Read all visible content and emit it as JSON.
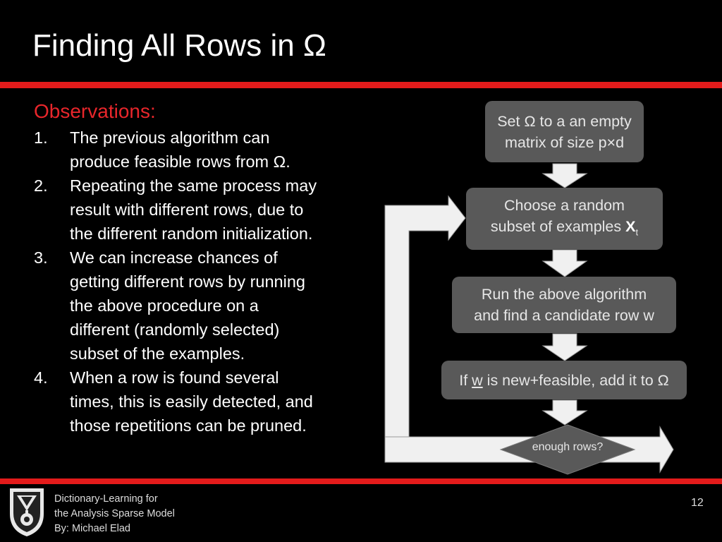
{
  "slide": {
    "title": "Finding All Rows in Ω",
    "observations_heading": "Observations:",
    "observations": [
      {
        "num": "1.",
        "lines": [
          "The previous algorithm can",
          "produce feasible rows from Ω."
        ]
      },
      {
        "num": "2.",
        "lines": [
          "Repeating the same process may",
          "result with different rows, due to",
          "the different random initialization."
        ]
      },
      {
        "num": "3.",
        "lines": [
          "We can increase chances of",
          "getting different rows by running",
          "the above procedure on a",
          "different (randomly selected)",
          "subset of the examples."
        ]
      },
      {
        "num": "4.",
        "lines": [
          "When a row is found several",
          "times, this is easily detected, and",
          "those repetitions can be pruned."
        ]
      }
    ]
  },
  "flowchart": {
    "step1_line1": "Set Ω to a an empty",
    "step1_line2": "matrix of size p×d",
    "step2_line1": "Choose a random",
    "step2_line2": "subset of examples ",
    "step2_var": "X",
    "step2_sub": "t",
    "step3_line1": "Run the above algorithm",
    "step3_line2": "and find a candidate row w",
    "step4_prefix": "If ",
    "step4_var": "w",
    "step4_suffix": " is new+feasible, add it to Ω",
    "decision": "enough rows?"
  },
  "footer": {
    "line1": "Dictionary-Learning  for",
    "line2": "the Analysis Sparse Model",
    "line3": "By: Michael Elad",
    "page_number": "12"
  },
  "colors": {
    "accent_red": "#e31b1b",
    "heading_red": "#e8262b",
    "box_gray": "#595959",
    "arrow_fill": "#f0f0f0"
  }
}
